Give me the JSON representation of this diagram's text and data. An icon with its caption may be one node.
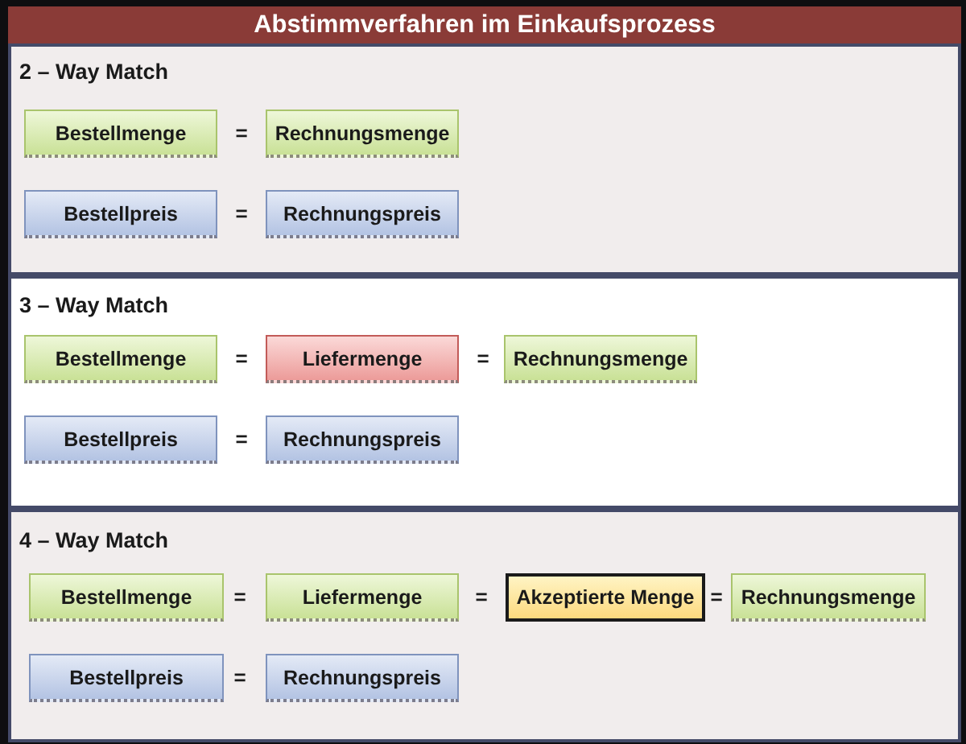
{
  "diagram": {
    "title": "Abstimmverfahren im Einkaufsprozess",
    "nodes": [
      {
        "text": [
          "2 – Way Match"
        ]
      },
      {
        "text": [
          "Bestellmenge"
        ],
        "in": 0
      },
      {
        "text": [
          "Rechnungsmenge"
        ],
        "in": 0
      },
      {
        "text": [
          "Bestellpreis"
        ],
        "in": 0
      },
      {
        "text": [
          "Rechnungspreis"
        ],
        "in": 0
      },
      {
        "text": [
          "3 – Way Match"
        ]
      },
      {
        "text": [
          "Bestellmenge"
        ],
        "in": 5
      },
      {
        "text": [
          "Liefermenge"
        ],
        "in": 5
      },
      {
        "text": [
          "Rechnungsmenge"
        ],
        "in": 5
      },
      {
        "text": [
          "Bestellpreis"
        ],
        "in": 5
      },
      {
        "text": [
          "Rechnungspreis"
        ],
        "in": 5
      },
      {
        "text": [
          "4 – Way Match"
        ]
      },
      {
        "text": [
          "Bestellmenge"
        ],
        "in": 11
      },
      {
        "text": [
          "Liefermenge"
        ],
        "in": 11
      },
      {
        "text": [
          "Akzeptierte Menge"
        ],
        "in": 11
      },
      {
        "text": [
          "Rechnungsmenge"
        ],
        "in": 11
      },
      {
        "text": [
          "Bestellpreis"
        ],
        "in": 11
      },
      {
        "text": [
          "Rechnungspreis"
        ],
        "in": 11
      }
    ],
    "labels": [
      "=",
      "=",
      "=",
      "=",
      "=",
      "=",
      "=",
      "=",
      "="
    ]
  }
}
